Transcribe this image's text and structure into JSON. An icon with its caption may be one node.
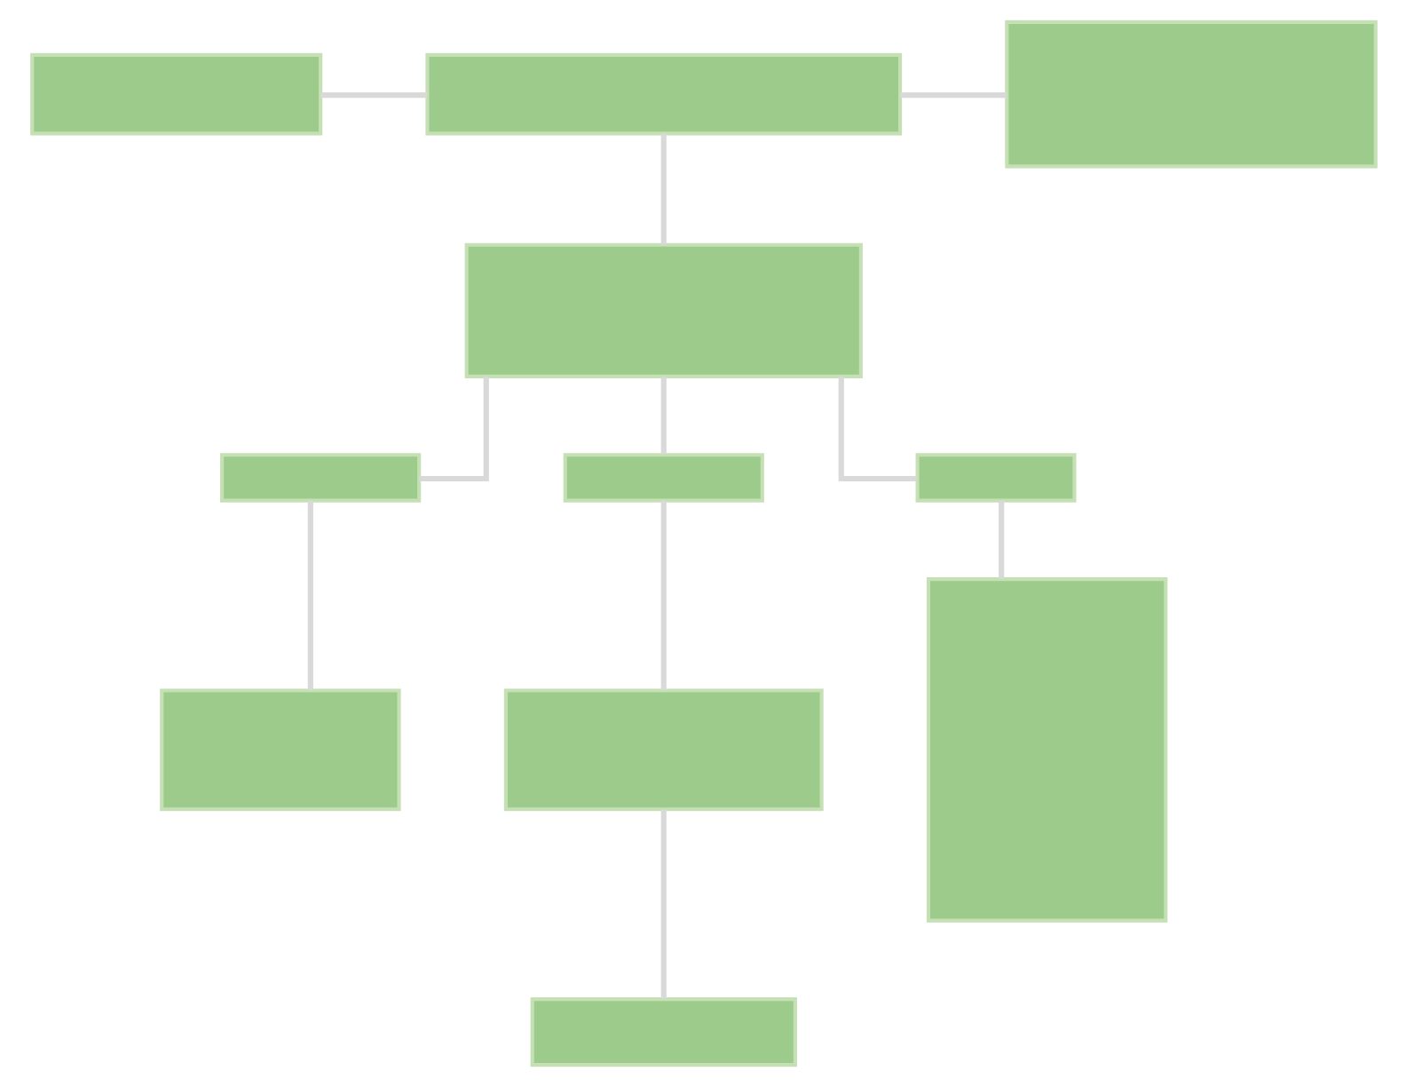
{
  "diagram": {
    "nodes": [
      {
        "text": [],
        "shape": "box"
      },
      {
        "text": [],
        "shape": "box"
      },
      {
        "text": [],
        "shape": "box"
      },
      {
        "text": [],
        "shape": "box"
      },
      {
        "text": [],
        "shape": "box"
      },
      {
        "text": [],
        "shape": "box"
      },
      {
        "text": [],
        "shape": "box"
      },
      {
        "text": [],
        "shape": "box"
      },
      {
        "text": [],
        "shape": "box"
      },
      {
        "text": [],
        "shape": "box"
      },
      {
        "text": [],
        "shape": "box"
      }
    ],
    "edges": [
      {
        "from": 0,
        "to": 1,
        "arrow": "none"
      },
      {
        "from": 1,
        "to": 2,
        "arrow": "none"
      },
      {
        "from": 1,
        "to": 3,
        "arrow": "none"
      },
      {
        "from": 3,
        "to": 4,
        "arrow": "none"
      },
      {
        "from": 3,
        "to": 5,
        "arrow": "none"
      },
      {
        "from": 3,
        "to": 6,
        "arrow": "none"
      },
      {
        "from": 4,
        "to": 7,
        "arrow": "none"
      },
      {
        "from": 5,
        "to": 8,
        "arrow": "none"
      },
      {
        "from": 8,
        "to": 9,
        "arrow": "none"
      },
      {
        "from": 6,
        "to": 10,
        "arrow": "none"
      }
    ]
  }
}
